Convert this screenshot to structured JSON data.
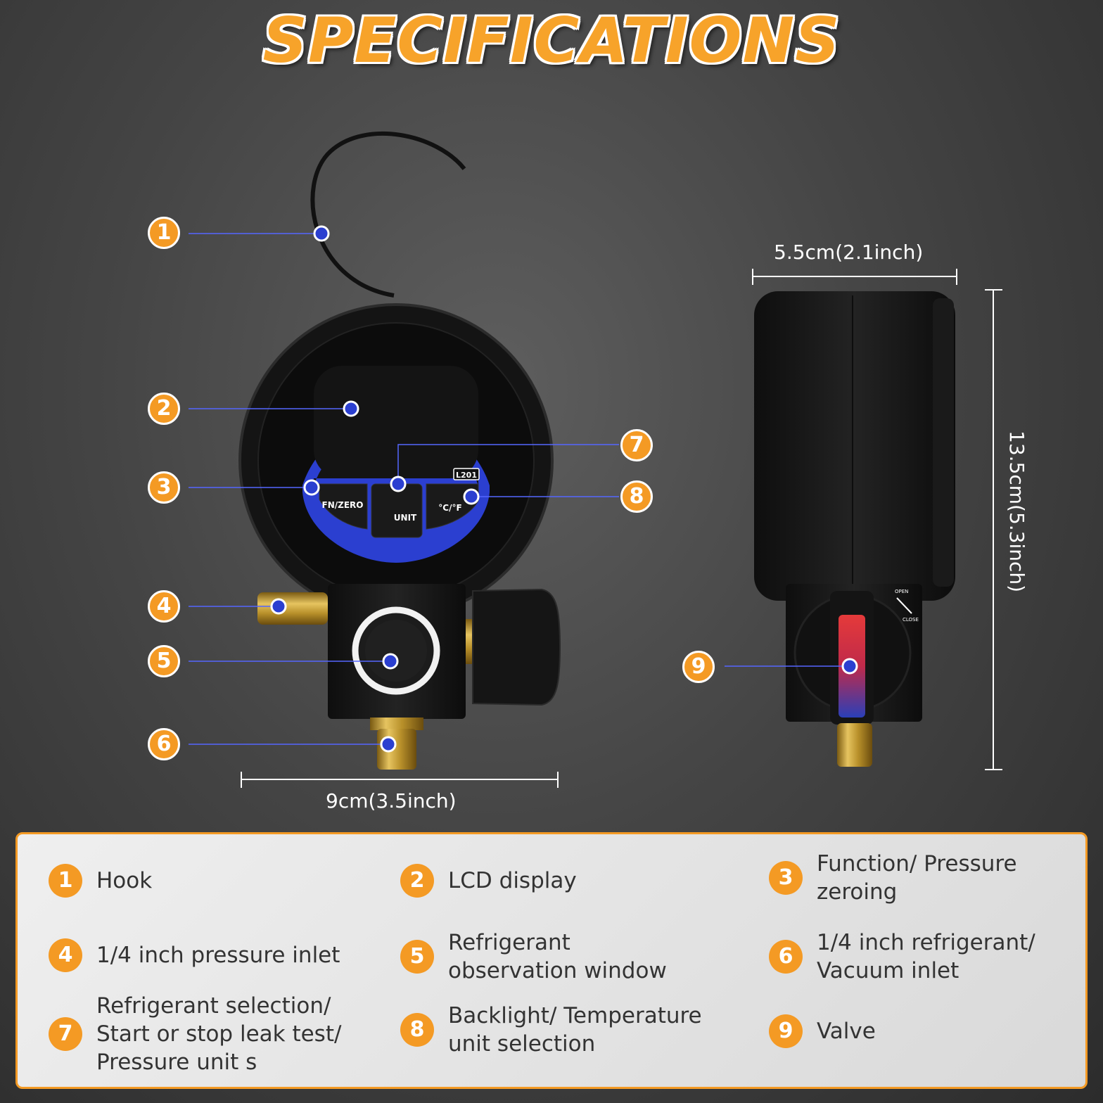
{
  "title": "SPECIFICATIONS",
  "callouts": [
    "1",
    "2",
    "3",
    "4",
    "5",
    "6",
    "7",
    "8",
    "9"
  ],
  "gauge": {
    "buttons": {
      "fn_zero": "FN/ZERO",
      "unit": "UNIT",
      "temp": "°C/°F"
    },
    "model": "L201",
    "valve_open": "OPEN",
    "valve_close": "CLOSE"
  },
  "dimensions": {
    "width_front": "9cm(3.5inch)",
    "width_side": "5.5cm(2.1inch)",
    "height": "13.5cm(5.3inch)"
  },
  "specs": [
    {
      "num": "1",
      "label": "Hook"
    },
    {
      "num": "2",
      "label": "LCD display"
    },
    {
      "num": "3",
      "label": "Function/ Pressure\nzeroing"
    },
    {
      "num": "4",
      "label": "1/4 inch pressure inlet"
    },
    {
      "num": "5",
      "label": "Refrigerant\nobservation window"
    },
    {
      "num": "6",
      "label": "1/4 inch refrigerant/\nVacuum inlet"
    },
    {
      "num": "7",
      "label": "Refrigerant selection/\nStart or stop leak test/\nPressure unit s"
    },
    {
      "num": "8",
      "label": "Backlight/ Temperature\nunit selection"
    },
    {
      "num": "9",
      "label": "Valve"
    }
  ],
  "colors": {
    "accent": "#f49a24",
    "marker": "#2b3fd0",
    "lcd_ring": "#2b3fd0",
    "background": "#454545"
  }
}
